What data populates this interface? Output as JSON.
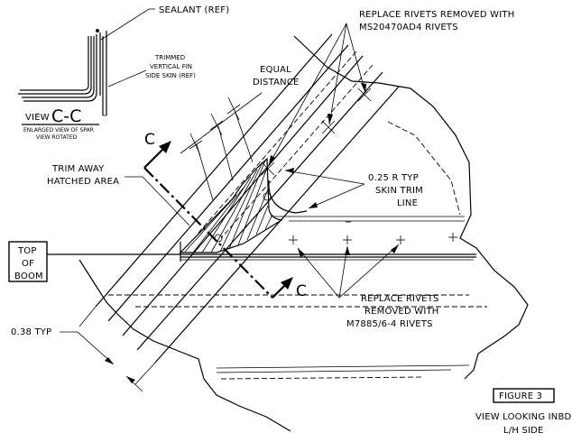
{
  "labels": {
    "sealant": "SEALANT (REF)",
    "replace_ms_line1": "REPLACE RIVETS REMOVED WITH",
    "replace_ms_line2": "MS20470AD4 RIVETS",
    "trimmed_line1": "TRIMMED",
    "trimmed_line2": "VERTICAL FIN",
    "trimmed_line3": "SIDE SKIN (REF)",
    "equal_line1": "EQUAL",
    "equal_line2": "DISTANCE",
    "view_word": "VIEW",
    "view_cc": "C-C",
    "enlarged_line1": "ENLARGED VIEW OF SPAR",
    "enlarged_line2": "VIEW ROTATED",
    "section_c_top": "C",
    "section_c_bottom": "C",
    "trim_line1": "TRIM AWAY",
    "trim_line2": "HATCHED AREA",
    "radius_line1": "0.25 R TYP",
    "radius_line2": "SKIN TRIM",
    "radius_line3": "LINE",
    "top_boom_line1": "TOP",
    "top_boom_line2": "OF",
    "top_boom_line3": "BOOM",
    "replace_m_line1": "REPLACE RIVETS",
    "replace_m_line2": "REMOVED WITH",
    "replace_m_line3": "M7885/6-4 RIVETS",
    "dim_038": "0.38 TYP",
    "figure": "FIGURE 3",
    "view_looking_line1": "VIEW LOOKING INBD",
    "view_looking_line2": "L/H SIDE"
  }
}
